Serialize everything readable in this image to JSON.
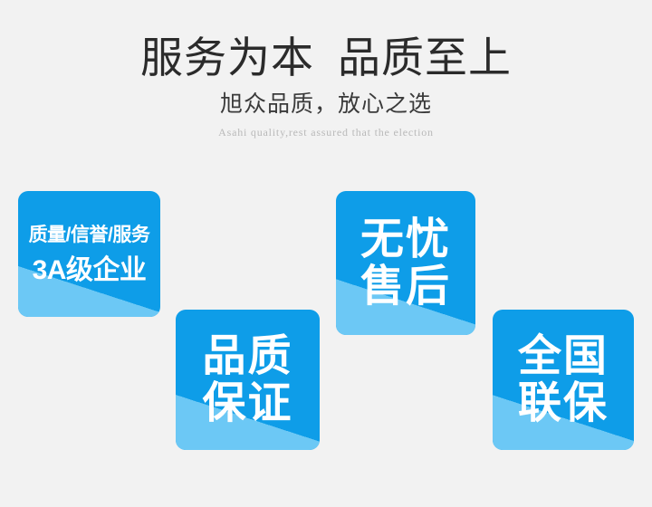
{
  "header": {
    "headline_left": "服务为本",
    "headline_right": "品质至上",
    "subhead": "旭众品质，放心之选",
    "english": "Asahi quality,rest assured that the election"
  },
  "theme": {
    "background": "#f2f2f2",
    "card_blue": "#0e9de8",
    "card_blue_light": "#6cc8f5",
    "card_text": "#ffffff",
    "headline_color": "#2b2b2b",
    "english_color": "#b9b9b9"
  },
  "cards": [
    {
      "id": "aaa",
      "name": "3a-enterprise",
      "line_small": "质量/信誉/服务",
      "line_big": "3A级企业"
    },
    {
      "id": "quality",
      "name": "quality-guarantee",
      "line_top": "品质",
      "line_bottom": "保证"
    },
    {
      "id": "service",
      "name": "worry-free-after-sales",
      "line_top": "无忧",
      "line_bottom": "售后"
    },
    {
      "id": "warranty",
      "name": "nationwide-warranty",
      "line_top": "全国",
      "line_bottom": "联保"
    }
  ]
}
